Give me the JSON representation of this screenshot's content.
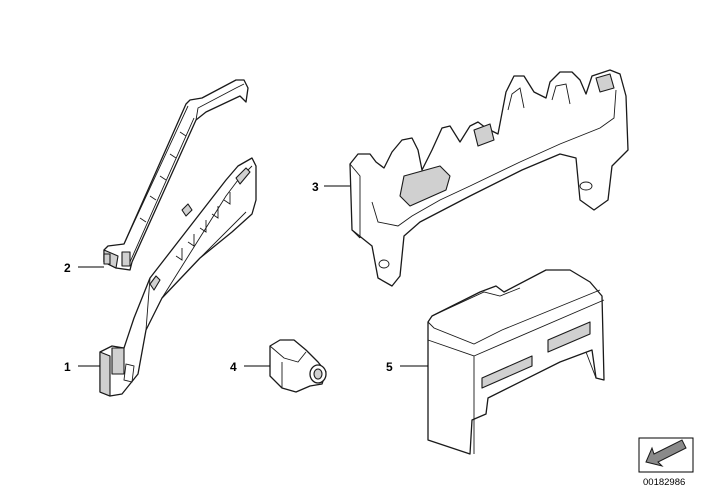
{
  "callouts": [
    {
      "label": "1"
    },
    {
      "label": "2"
    },
    {
      "label": "3"
    },
    {
      "label": "4"
    },
    {
      "label": "5"
    }
  ],
  "document_number": "00182986",
  "icons": {
    "view_arrow": "arrow-icon"
  }
}
